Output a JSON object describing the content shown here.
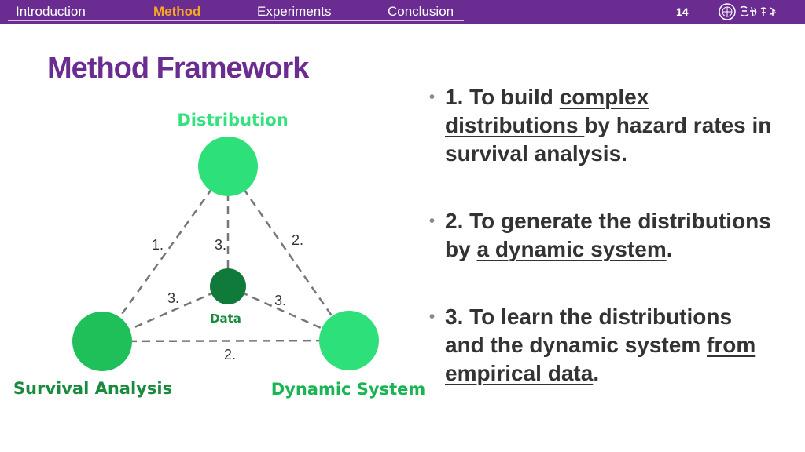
{
  "nav": {
    "items": [
      "Introduction",
      "Method",
      "Experiments",
      "Conclusion"
    ],
    "active": "Method"
  },
  "page_number": "14",
  "logo": {
    "icon": "university-seal-logo"
  },
  "title": "Method Framework",
  "diagram": {
    "nodes": {
      "distribution": "Distribution",
      "data": "Data",
      "survival": "Survival Analysis",
      "dynamic": "Dynamic System"
    },
    "edge_labels": {
      "left": "1.",
      "center_top": "3.",
      "right": "2.",
      "center_left": "3.",
      "center_right": "3.",
      "bottom": "2."
    },
    "colors": {
      "light_node": "#2ee07a",
      "data_node": "#0f7a3a",
      "survival_node": "#1fc05a",
      "distribution_label": "#33e27f",
      "survival_label": "#1a8a3e",
      "dynamic_label": "#19b553",
      "data_label": "#1a8a3e",
      "edge": "#777777"
    }
  },
  "bullets": [
    {
      "dot": "•",
      "line1_a": "1. To build ",
      "line1_u": "complex",
      "line2_u": "distributions ",
      "line2_b": "by hazard rates in",
      "line3": "survival analysis."
    },
    {
      "dot": "•",
      "line1": "2. To generate the distributions",
      "line2_a": "by ",
      "line2_u": "a dynamic system",
      "line2_b": "."
    },
    {
      "dot": "•",
      "line1": "3. To learn the distributions",
      "line2_a": "and the dynamic system ",
      "line2_u": "from",
      "line3_u": "empirical data",
      "line3_b": "."
    }
  ],
  "colors": {
    "topbar": "#6a2c91",
    "active_nav": "#f5a623",
    "title": "#6a2c91",
    "text": "#333333"
  }
}
